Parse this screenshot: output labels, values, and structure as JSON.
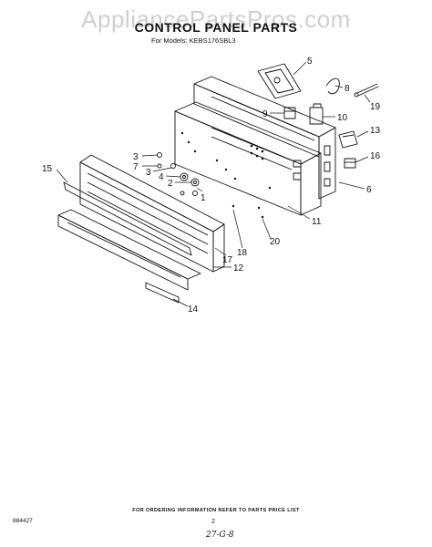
{
  "watermark": "AppliancePartsPros.com",
  "title": "CONTROL PANEL PARTS",
  "subtitle": "For Models: KEBS176SBL3",
  "callouts": [
    {
      "id": "c5",
      "text": "5"
    },
    {
      "id": "c8",
      "text": "8"
    },
    {
      "id": "c19",
      "text": "19"
    },
    {
      "id": "c9",
      "text": "9"
    },
    {
      "id": "c10",
      "text": "10"
    },
    {
      "id": "c13",
      "text": "13"
    },
    {
      "id": "c16",
      "text": "16"
    },
    {
      "id": "c6",
      "text": "6"
    },
    {
      "id": "c3a",
      "text": "3"
    },
    {
      "id": "c7",
      "text": "7"
    },
    {
      "id": "c3b",
      "text": "3"
    },
    {
      "id": "c4",
      "text": "4"
    },
    {
      "id": "c2",
      "text": "2"
    },
    {
      "id": "c1",
      "text": "1"
    },
    {
      "id": "c15",
      "text": "15"
    },
    {
      "id": "c11",
      "text": "11"
    },
    {
      "id": "c20",
      "text": "20"
    },
    {
      "id": "c18",
      "text": "18"
    },
    {
      "id": "c17",
      "text": "17"
    },
    {
      "id": "c12",
      "text": "12"
    },
    {
      "id": "c14",
      "text": "14"
    }
  ],
  "footer": {
    "ordering_note": "FOR ORDERING INFORMATION REFER TO PARTS PRICE LIST",
    "code": "884427",
    "page": "2",
    "handwritten": "27-G-8"
  }
}
